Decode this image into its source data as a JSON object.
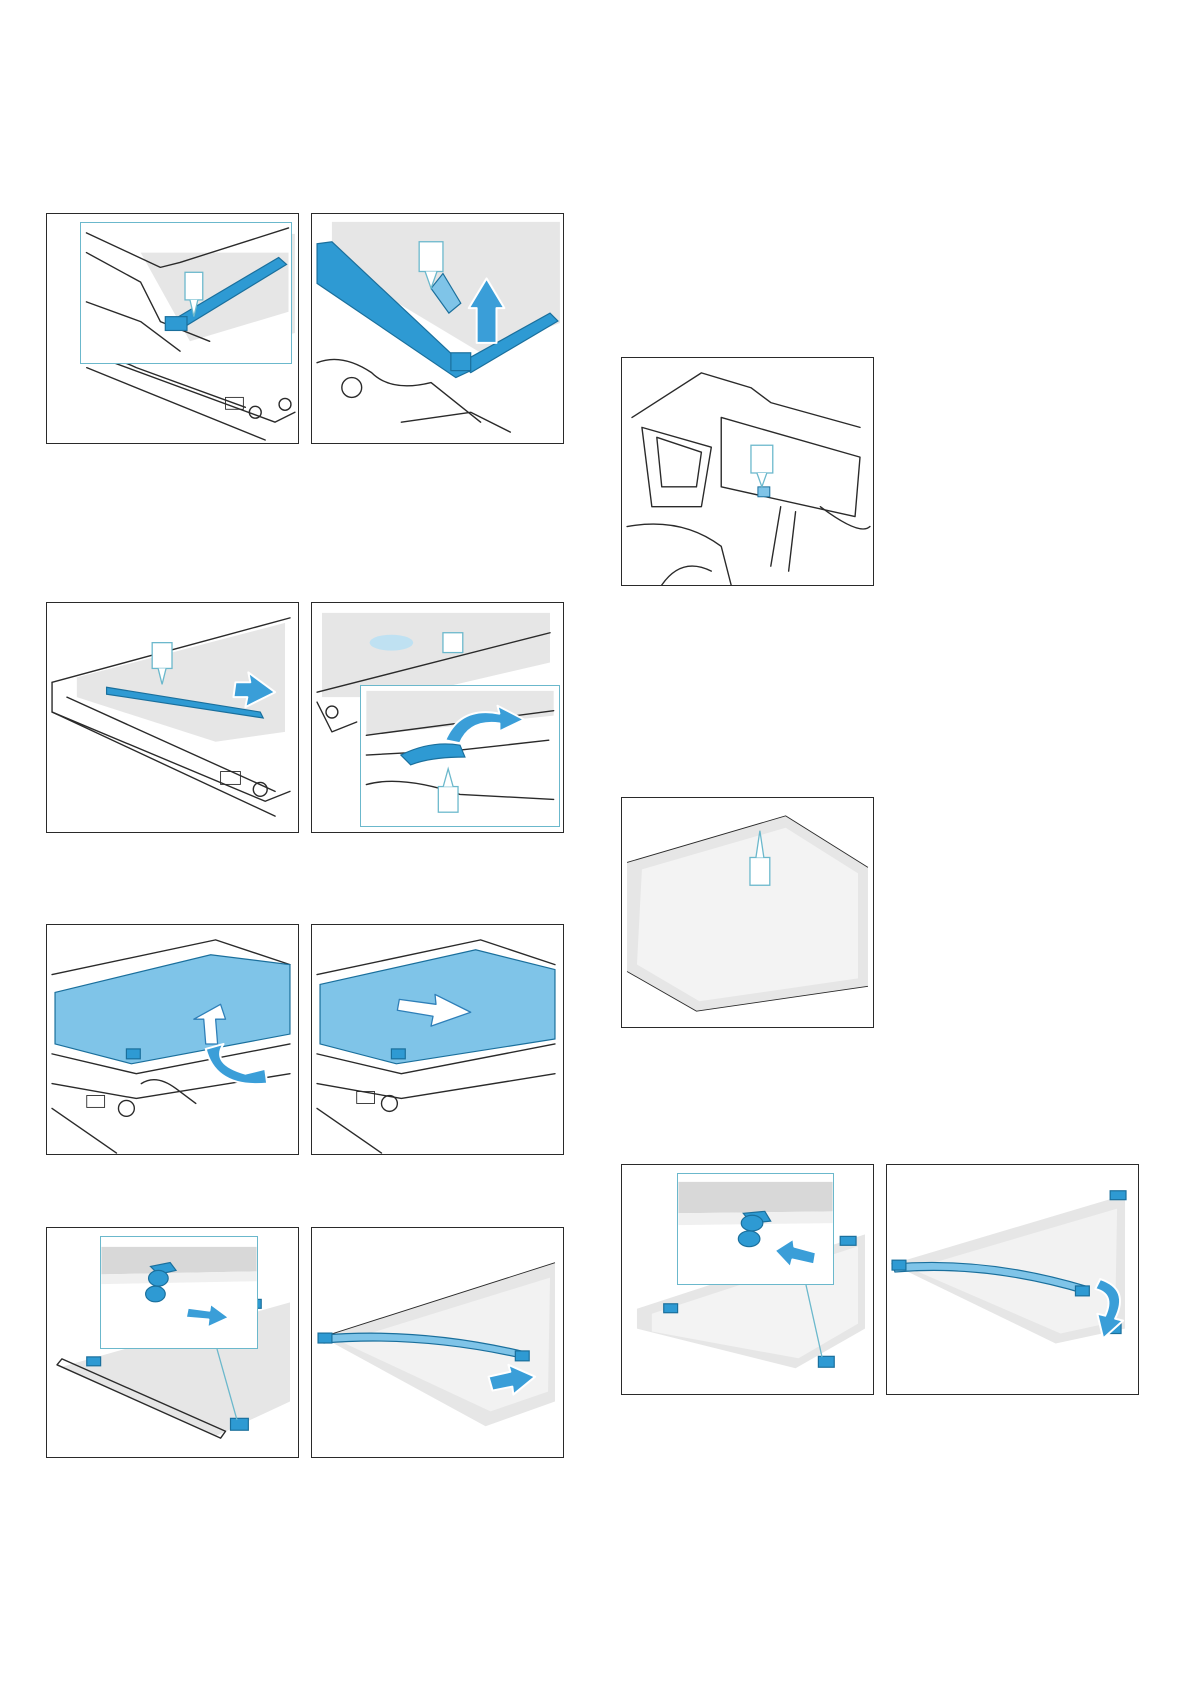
{
  "page": {
    "title": ""
  },
  "figures": [
    {
      "id": "fig-1",
      "icon": "blue-strip-lift-detail"
    },
    {
      "id": "fig-2",
      "icon": "blue-strip-lift-arrow"
    },
    {
      "id": "fig-3",
      "icon": "strip-slide-right"
    },
    {
      "id": "fig-4",
      "icon": "clip-release-detail"
    },
    {
      "id": "fig-5",
      "icon": "hinge-lock-detail"
    },
    {
      "id": "fig-6",
      "icon": "glass-pane-lift-arrow"
    },
    {
      "id": "fig-7",
      "icon": "glass-pane-slide-arrow"
    },
    {
      "id": "fig-8",
      "icon": "glass-pane-marker"
    },
    {
      "id": "fig-9",
      "icon": "pane-clip-remove-detail"
    },
    {
      "id": "fig-10",
      "icon": "pane-strip-remove-arrow"
    },
    {
      "id": "fig-11",
      "icon": "pane-clip-insert-detail"
    },
    {
      "id": "fig-12",
      "icon": "pane-strip-fit-arrow"
    }
  ],
  "colors": {
    "accent": "#2e9ad3",
    "callout": "#6bb8cc",
    "line": "#2a2a2a",
    "glass": "#e6e6e6"
  }
}
